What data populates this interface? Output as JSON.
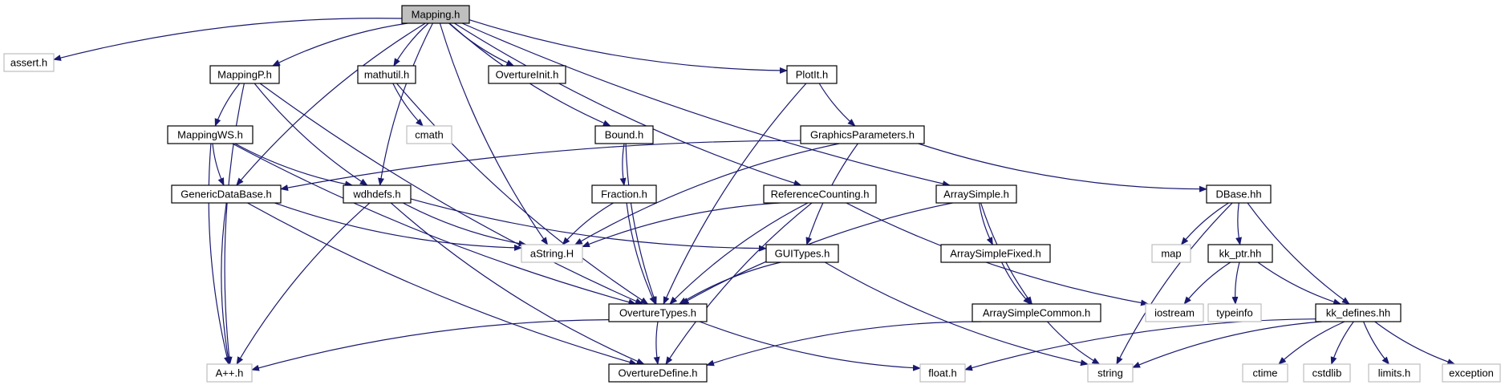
{
  "colors": {
    "edge": "#191970",
    "box_border": "#000000",
    "box_border_external": "#bfbfbf",
    "root_fill": "#bfbfbf",
    "box_fill": "#ffffff"
  },
  "nodes": {
    "mapping": {
      "label": "Mapping.h",
      "kind": "root"
    },
    "assert": {
      "label": "assert.h",
      "kind": "external"
    },
    "mappingp": {
      "label": "MappingP.h",
      "kind": "internal"
    },
    "mathutil": {
      "label": "mathutil.h",
      "kind": "internal"
    },
    "overtureinit": {
      "label": "OvertureInit.h",
      "kind": "internal"
    },
    "plotit": {
      "label": "PlotIt.h",
      "kind": "internal"
    },
    "cmath": {
      "label": "cmath",
      "kind": "external"
    },
    "mappingws": {
      "label": "MappingWS.h",
      "kind": "internal"
    },
    "bound": {
      "label": "Bound.h",
      "kind": "internal"
    },
    "graphicsparameters": {
      "label": "GraphicsParameters.h",
      "kind": "internal"
    },
    "genericdatabase": {
      "label": "GenericDataBase.h",
      "kind": "internal"
    },
    "wdhdefs": {
      "label": "wdhdefs.h",
      "kind": "internal"
    },
    "fraction": {
      "label": "Fraction.h",
      "kind": "internal"
    },
    "referencecounting": {
      "label": "ReferenceCounting.h",
      "kind": "internal"
    },
    "arraysimple": {
      "label": "ArraySimple.h",
      "kind": "internal"
    },
    "dbase": {
      "label": "DBase.hh",
      "kind": "internal"
    },
    "astring": {
      "label": "aString.H",
      "kind": "external"
    },
    "guitypes": {
      "label": "GUITypes.h",
      "kind": "internal"
    },
    "arraysimplefixed": {
      "label": "ArraySimpleFixed.h",
      "kind": "internal"
    },
    "map": {
      "label": "map",
      "kind": "external"
    },
    "kkptr": {
      "label": "kk_ptr.hh",
      "kind": "internal"
    },
    "overturetypes": {
      "label": "OvertureTypes.h",
      "kind": "internal"
    },
    "arraysimplecommon": {
      "label": "ArraySimpleCommon.h",
      "kind": "internal"
    },
    "iostream": {
      "label": "iostream",
      "kind": "external"
    },
    "typeinfo": {
      "label": "typeinfo",
      "kind": "external"
    },
    "kkdefines": {
      "label": "kk_defines.hh",
      "kind": "internal"
    },
    "app": {
      "label": "A++.h",
      "kind": "external"
    },
    "overturedefine": {
      "label": "OvertureDefine.h",
      "kind": "internal"
    },
    "float": {
      "label": "float.h",
      "kind": "external"
    },
    "string": {
      "label": "string",
      "kind": "external"
    },
    "ctime": {
      "label": "ctime",
      "kind": "external"
    },
    "cstdlib": {
      "label": "cstdlib",
      "kind": "external"
    },
    "limits": {
      "label": "limits.h",
      "kind": "external"
    },
    "exception": {
      "label": "exception",
      "kind": "external"
    }
  },
  "edges": [
    [
      "mapping",
      "assert"
    ],
    [
      "mapping",
      "mappingp"
    ],
    [
      "mapping",
      "mathutil"
    ],
    [
      "mapping",
      "overtureinit"
    ],
    [
      "mapping",
      "plotit"
    ],
    [
      "mapping",
      "bound"
    ],
    [
      "mapping",
      "genericdatabase"
    ],
    [
      "mapping",
      "wdhdefs"
    ],
    [
      "mapping",
      "astring"
    ],
    [
      "mapping",
      "referencecounting"
    ],
    [
      "mapping",
      "arraysimple"
    ],
    [
      "mappingp",
      "mappingws"
    ],
    [
      "mappingp",
      "wdhdefs"
    ],
    [
      "mappingp",
      "overturetypes"
    ],
    [
      "mappingp",
      "app"
    ],
    [
      "mathutil",
      "cmath"
    ],
    [
      "mathutil",
      "overturetypes"
    ],
    [
      "plotit",
      "graphicsparameters"
    ],
    [
      "plotit",
      "overturetypes"
    ],
    [
      "mappingws",
      "wdhdefs"
    ],
    [
      "mappingws",
      "genericdatabase"
    ],
    [
      "mappingws",
      "app"
    ],
    [
      "mappingws",
      "overturetypes"
    ],
    [
      "bound",
      "fraction"
    ],
    [
      "bound",
      "overturetypes"
    ],
    [
      "graphicsparameters",
      "genericdatabase"
    ],
    [
      "graphicsparameters",
      "astring"
    ],
    [
      "graphicsparameters",
      "guitypes"
    ],
    [
      "graphicsparameters",
      "dbase"
    ],
    [
      "genericdatabase",
      "app"
    ],
    [
      "genericdatabase",
      "astring"
    ],
    [
      "genericdatabase",
      "overturedefine"
    ],
    [
      "wdhdefs",
      "astring"
    ],
    [
      "wdhdefs",
      "guitypes"
    ],
    [
      "wdhdefs",
      "app"
    ],
    [
      "wdhdefs",
      "overturedefine"
    ],
    [
      "fraction",
      "astring"
    ],
    [
      "fraction",
      "overturetypes"
    ],
    [
      "referencecounting",
      "astring"
    ],
    [
      "referencecounting",
      "overturetypes"
    ],
    [
      "referencecounting",
      "iostream"
    ],
    [
      "referencecounting",
      "overturedefine"
    ],
    [
      "arraysimple",
      "arraysimplefixed"
    ],
    [
      "arraysimple",
      "arraysimplecommon"
    ],
    [
      "arraysimple",
      "overturetypes"
    ],
    [
      "dbase",
      "map"
    ],
    [
      "dbase",
      "kkptr"
    ],
    [
      "dbase",
      "kkdefines"
    ],
    [
      "dbase",
      "string"
    ],
    [
      "guitypes",
      "overturetypes"
    ],
    [
      "guitypes",
      "string"
    ],
    [
      "arraysimplefixed",
      "arraysimplecommon"
    ],
    [
      "kkptr",
      "iostream"
    ],
    [
      "kkptr",
      "typeinfo"
    ],
    [
      "kkptr",
      "kkdefines"
    ],
    [
      "overturetypes",
      "app"
    ],
    [
      "overturetypes",
      "overturedefine"
    ],
    [
      "overturetypes",
      "float"
    ],
    [
      "arraysimplecommon",
      "overturedefine"
    ],
    [
      "arraysimplecommon",
      "string"
    ],
    [
      "kkdefines",
      "float"
    ],
    [
      "kkdefines",
      "string"
    ],
    [
      "kkdefines",
      "ctime"
    ],
    [
      "kkdefines",
      "cstdlib"
    ],
    [
      "kkdefines",
      "limits"
    ],
    [
      "kkdefines",
      "exception"
    ]
  ]
}
